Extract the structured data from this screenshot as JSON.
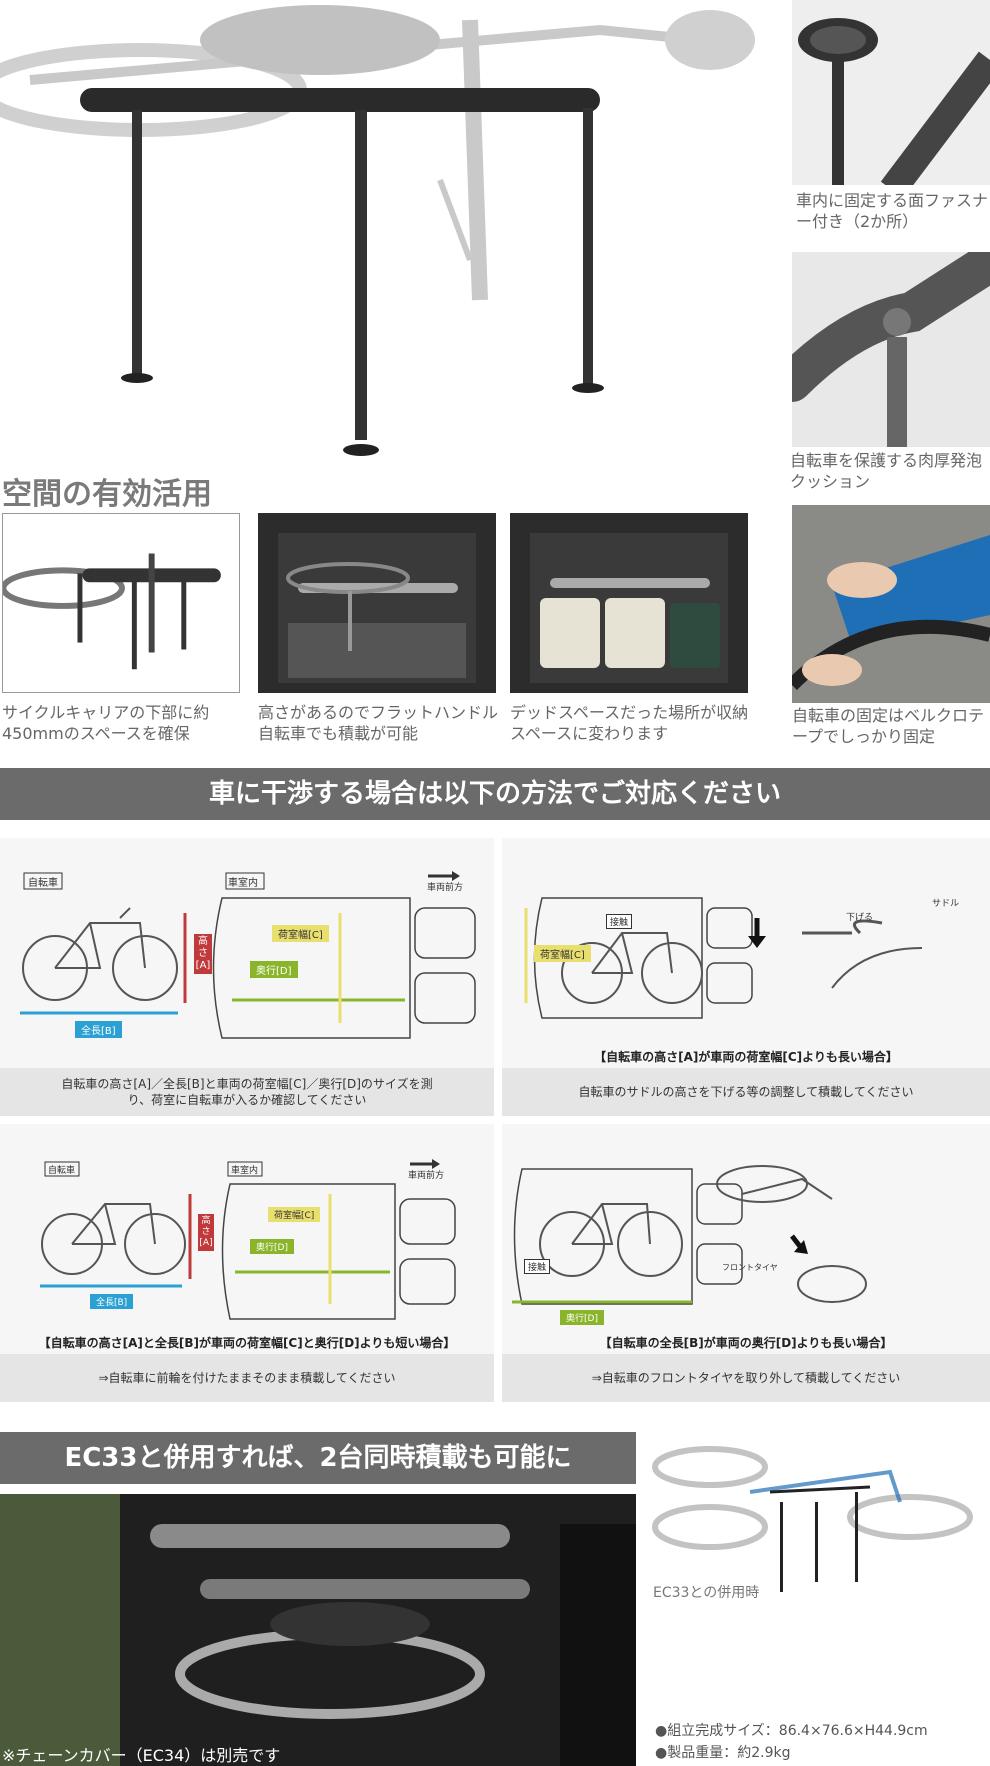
{
  "hero": {
    "fastener_caption": "車内に固定する面ファスナー付き（2か所）",
    "cushion_caption": "自転車を保護する肉厚発泡クッション",
    "velcro_caption": "自転車の固定はベルクロテープでしっかり固定"
  },
  "space": {
    "heading": "空間の有効活用",
    "captions": [
      "サイクルキャリアの下部に約450mmのスペースを確保",
      "高さがあるのでフラットハンドル自転車でも積載が可能",
      "デッドスペースだった場所が収納スペースに変わります"
    ]
  },
  "interference": {
    "banner": "車に干渉する場合は以下の方法でご対応ください",
    "labels": {
      "bicycle": "自転車",
      "interior": "車室内",
      "forward": "車両前方",
      "height": "高さ[A]",
      "length": "全長[B]",
      "cargo_width": "荷室幅[C]",
      "depth": "奥行[D]",
      "contact": "接触",
      "lower": "下げる",
      "saddle": "サドル",
      "front_tire": "フロントタイヤ"
    },
    "panels": [
      {
        "condition": "",
        "footer": "自転車の高さ[A]／全長[B]と車両の荷室幅[C]／奥行[D]のサイズを測り、荷室に自転車が入るか確認してください"
      },
      {
        "condition": "【自転車の高さ[A]が車両の荷室幅[C]よりも長い場合】",
        "footer": "自転車のサドルの高さを下げる等の調整して積載してください"
      },
      {
        "condition": "【自転車の高さ[A]と全長[B]が車両の荷室幅[C]と奥行[D]よりも短い場合】",
        "footer": "⇒自転車に前輪を付けたままそのまま積載してください"
      },
      {
        "condition": "【自転車の全長[B]が車両の奥行[D]よりも長い場合】",
        "footer": "⇒自転車のフロントタイヤを取り外して積載してください"
      }
    ]
  },
  "combo": {
    "banner": "EC33と併用すれば、2台同時積載も可能に",
    "side_caption": "EC33との併用時",
    "chain_note": "※チェーンカバー（EC34）は別売です",
    "specs": [
      "●組立完成サイズ：86.4×76.6×H44.9cm",
      "●製品重量：約2.9kg"
    ]
  },
  "colors": {
    "banner_bg": "#6b6b6b",
    "height_tag": "#c0393b",
    "length_tag": "#2aa0d4",
    "width_tag": "#e8df6e",
    "depth_tag": "#8ab52b"
  }
}
